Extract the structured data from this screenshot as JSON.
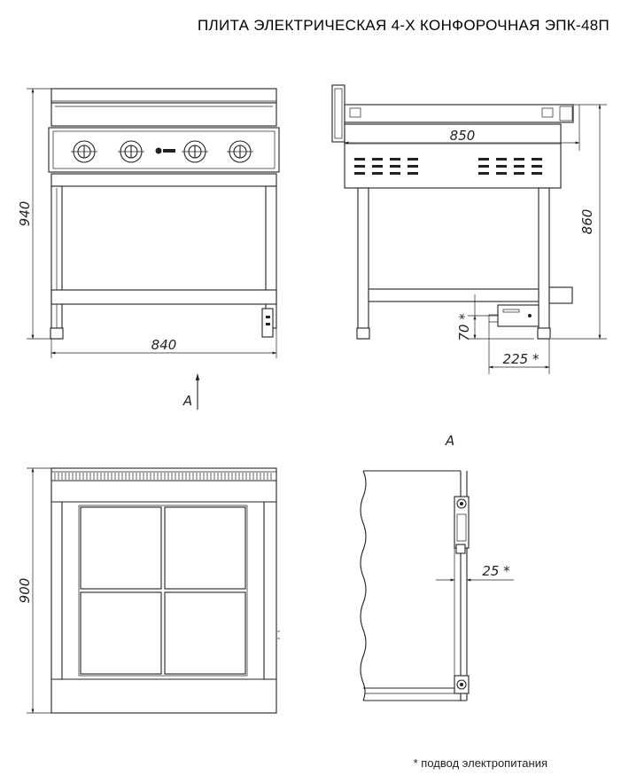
{
  "title": "ПЛИТА ЭЛЕКТРИЧЕСКАЯ 4-Х КОНФОРОЧНАЯ ЭПК-48П",
  "front_view": {
    "height_label": "940",
    "width_label": "840",
    "view_marker": "А"
  },
  "side_view": {
    "depth_label": "850",
    "height_label": "860",
    "inlet_height_label": "70 *",
    "inlet_offset_label": "225 *"
  },
  "top_view": {
    "depth_label": "900"
  },
  "detail_view": {
    "title": "А",
    "offset_label": "25 *"
  },
  "footnote": "* подвод электропитания"
}
